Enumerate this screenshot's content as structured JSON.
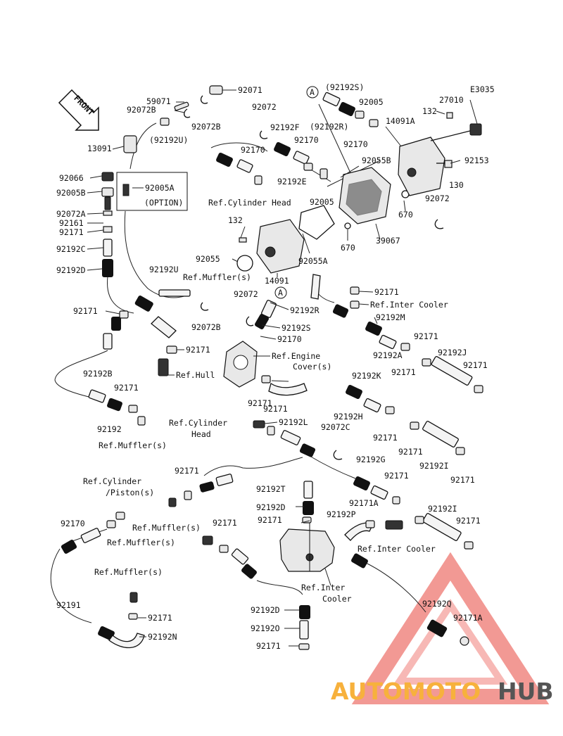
{
  "diagram": {
    "code": "E3035",
    "front": "FRONT",
    "circle_marker": "A",
    "option_box": {
      "part": "92005A",
      "text": "(OPTION)"
    },
    "labels": [
      "92071",
      "59071",
      "92072B",
      "92072B",
      "13091",
      "(92192U)",
      "92066",
      "92005B",
      "92072A",
      "92161",
      "92171",
      "92192C",
      "92192D",
      "92192U",
      "92072B",
      "Ref.Muffler(s)",
      "92072",
      "92192F",
      "92170",
      "92170",
      "92192E",
      "Ref.Cylinder Head",
      "(92192S)",
      "(92192R)",
      "92005",
      "92170",
      "92005",
      "92055B",
      "14091A",
      "132",
      "27010",
      "92153",
      "130",
      "92072",
      "670",
      "670",
      "39067",
      "132",
      "92055",
      "14091",
      "92055A",
      "92072",
      "92192R",
      "92192S",
      "92170",
      "Ref.Engine",
      "Cover(s)",
      "92171",
      "Ref.Inter Cooler",
      "92192M",
      "92192A",
      "92171",
      "92171",
      "92192J",
      "92171",
      "92171",
      "Ref.Hull",
      "92171",
      "92192B",
      "92171",
      "92192",
      "Ref.Muffler(s)",
      "92171",
      "92171",
      "92192K",
      "92192H",
      "Ref.Cylinder",
      "Head",
      "92192L",
      "92072C",
      "92171",
      "92171",
      "92192I",
      "92171",
      "92192G",
      "Ref.Cylinder",
      "/Piston(s)",
      "92171",
      "92192T",
      "92170",
      "Ref.Muffler(s)",
      "92171",
      "Ref.Muffler(s)",
      "92192D",
      "92171",
      "92192P",
      "92171A",
      "92171",
      "92192I",
      "92171",
      "Ref.Inter Cooler",
      "Ref.Inter",
      "Cooler",
      "Ref.Muffler(s)",
      "92191",
      "92192D",
      "92171",
      "92192O",
      "92192N",
      "92171",
      "92192Q",
      "92171A"
    ],
    "watermark": {
      "part1": "AUTOMOTO",
      "part2": "HUB",
      "color1": "#f7b13c",
      "color2": "#555555",
      "triangle_color": "#e8473d"
    }
  }
}
